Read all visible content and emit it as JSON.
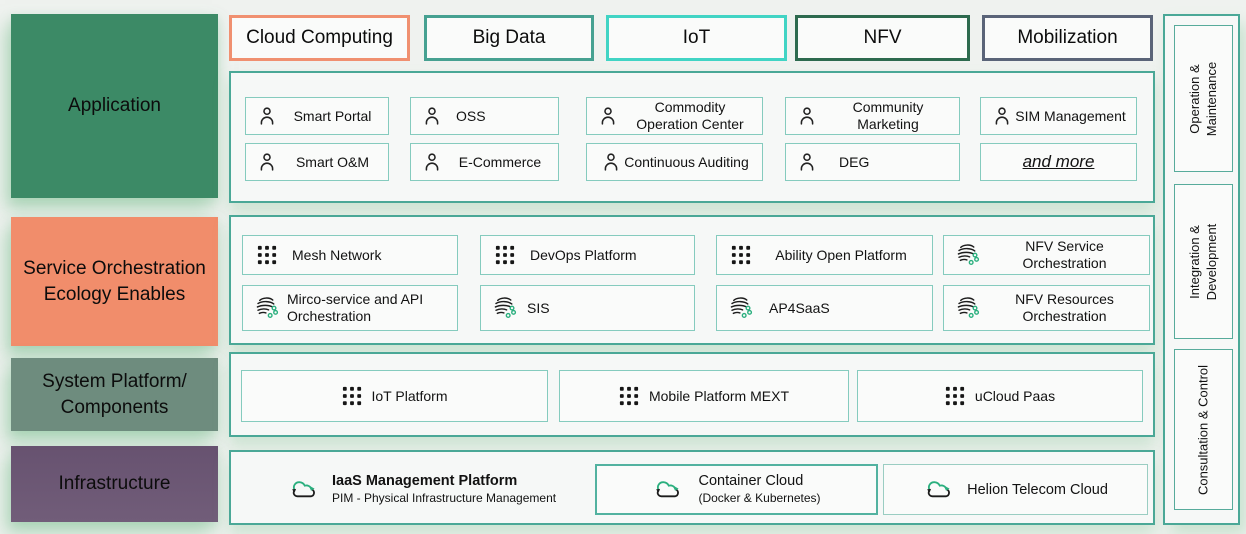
{
  "left_rail": {
    "application": "Application",
    "service": "Service Orchestration Ecology Enables",
    "system": "System Platform/ Components",
    "infrastructure": "Infrastructure"
  },
  "categories": [
    {
      "label": "Cloud Computing",
      "border_color": "#f09070"
    },
    {
      "label": "Big Data",
      "border_color": "#46a191"
    },
    {
      "label": "IoT",
      "border_color": "#41d4c4"
    },
    {
      "label": "NFV",
      "border_color": "#2d6a4e"
    },
    {
      "label": "Mobilization",
      "border_color": "#5a6478"
    }
  ],
  "application": {
    "items": [
      {
        "label": "Smart Portal",
        "icon": "person-icon"
      },
      {
        "label": "OSS",
        "icon": "person-icon"
      },
      {
        "label": "Commodity Operation Center",
        "icon": "person-icon"
      },
      {
        "label": "Community Marketing",
        "icon": "person-icon"
      },
      {
        "label": "SIM Management",
        "icon": "person-icon"
      },
      {
        "label": "Smart O&M",
        "icon": "person-icon"
      },
      {
        "label": "E-Commerce",
        "icon": "person-icon"
      },
      {
        "label": "Continuous Auditing",
        "icon": "person-icon"
      },
      {
        "label": "DEG",
        "icon": "person-icon"
      },
      {
        "label": "and more",
        "icon": "none"
      }
    ]
  },
  "service": {
    "items": [
      {
        "label": "Mesh Network",
        "icon": "grid-icon"
      },
      {
        "label": "DevOps Platform",
        "icon": "grid-icon"
      },
      {
        "label": "Ability Open Platform",
        "icon": "grid-icon"
      },
      {
        "label": "NFV Service Orchestration",
        "icon": "swirl-icon"
      },
      {
        "label": "Mirco-service and API Orchestration",
        "icon": "swirl-icon"
      },
      {
        "label": "SIS",
        "icon": "swirl-icon"
      },
      {
        "label": "AP4SaaS",
        "icon": "swirl-icon"
      },
      {
        "label": "NFV Resources Orchestration",
        "icon": "swirl-icon"
      }
    ]
  },
  "system": {
    "items": [
      {
        "label": "IoT Platform",
        "icon": "grid-icon"
      },
      {
        "label": "Mobile Platform MEXT",
        "icon": "grid-icon"
      },
      {
        "label": "uCloud Paas",
        "icon": "grid-icon"
      }
    ]
  },
  "infrastructure": {
    "items": [
      {
        "title": "IaaS Management Platform",
        "subtitle": "PIM - Physical Infrastructure Management",
        "icon": "cloud-sync-icon"
      },
      {
        "title": "Container Cloud",
        "subtitle": "(Docker & Kubernetes)",
        "icon": "cloud-sync-icon"
      },
      {
        "title": "Helion Telecom Cloud",
        "subtitle": "",
        "icon": "cloud-sync-icon"
      }
    ]
  },
  "right_rail": {
    "items": [
      "Operation & Maintenance",
      "Integration & Development",
      "Consultation & Control"
    ]
  },
  "colors": {
    "section_border": "#4aa897",
    "item_border": "#85cbbe",
    "application_label_bg": "#3c8a66",
    "service_label_bg": "#f18d6b",
    "system_label_bg": "#6e8c7e",
    "infrastructure_label_bg": "#6c5873",
    "icon_green": "#2aaf7e",
    "icon_black": "#1c1c1c"
  }
}
